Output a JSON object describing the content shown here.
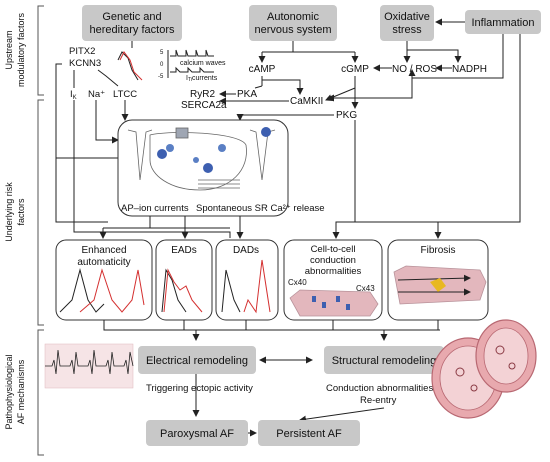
{
  "side_labels": {
    "upstream": [
      "Upstream",
      "modulatory factors"
    ],
    "underlying": [
      "Underlying risk",
      "factors"
    ],
    "pathophys": [
      "Pathophysiological",
      "AF mechanisms"
    ]
  },
  "top_boxes": {
    "genetic": [
      "Genetic and",
      "hereditary factors"
    ],
    "autonomic": [
      "Autonomic",
      "nervous system"
    ],
    "oxidative": [
      "Oxidative",
      "stress"
    ],
    "inflammation": "Inflammation"
  },
  "genes": {
    "pitx2": "PITX2",
    "kcnn3": "KCNN3"
  },
  "inset": {
    "calcium_waves": "calcium waves",
    "currents": "currents",
    "tick_5": "5",
    "tick_0": "0",
    "tick_minus5": "-5"
  },
  "labels": {
    "camp": "cAMP",
    "cgmp": "cGMP",
    "no_ros": "NO / ROS",
    "nadph": "NADPH",
    "pka": "PKA",
    "camkii": "CaMKII",
    "pkg": "PKG",
    "ryr2": "RyR2",
    "serca2a": "SERCA2a",
    "ik": "I",
    "ik_sub": "K",
    "na": "Na⁺",
    "ltcc": "LTCC"
  },
  "cell_box": {
    "ap_currents": "AP–ion currents",
    "sr_release": "Spontaneous SR Ca²⁺ release"
  },
  "mech_boxes": {
    "enhanced": [
      "Enhanced",
      "automaticity"
    ],
    "eads": "EADs",
    "dads": "DADs",
    "cell_to_cell": [
      "Cell-to-cell",
      "conduction",
      "abnormalities"
    ],
    "fibrosis": "Fibrosis",
    "cx40": "Cx40",
    "cx43": "Cx43"
  },
  "bottom": {
    "electrical": "Electrical remodeling",
    "structural": "Structural remodeling",
    "triggering": "Triggering ectopic activity",
    "conduction": "Conduction abnormalities",
    "reentry": "Re-entry",
    "paroxysmal": "Paroxysmal AF",
    "persistent": "Persistent AF"
  },
  "colors": {
    "box_gray": "#c8c8c8",
    "red_trace": "#d43030",
    "tissue_pink": "#e3b7bd",
    "blue_cells": "#3d5fb0",
    "yellow_focus": "#e8b820"
  }
}
